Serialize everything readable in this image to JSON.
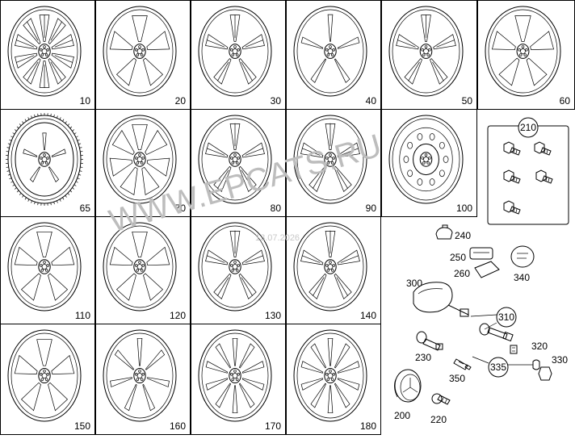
{
  "diagram": {
    "wheels": [
      {
        "label": "10",
        "spokes": 10,
        "style": "twin"
      },
      {
        "label": "20",
        "spokes": 5,
        "style": "wide"
      },
      {
        "label": "30",
        "spokes": 5,
        "style": "twin"
      },
      {
        "label": "40",
        "spokes": 5,
        "style": "thin"
      },
      {
        "label": "50",
        "spokes": 5,
        "style": "twin"
      },
      {
        "label": "60",
        "spokes": 5,
        "style": "wide"
      },
      {
        "label": "65",
        "spokes": 5,
        "style": "tire"
      },
      {
        "label": "70",
        "spokes": 7,
        "style": "wide"
      },
      {
        "label": "80",
        "spokes": 5,
        "style": "twin"
      },
      {
        "label": "90",
        "spokes": 5,
        "style": "twin"
      },
      {
        "label": "100",
        "spokes": 0,
        "style": "steel"
      },
      {
        "label": "110",
        "spokes": 5,
        "style": "wide"
      },
      {
        "label": "120",
        "spokes": 5,
        "style": "wide"
      },
      {
        "label": "130",
        "spokes": 5,
        "style": "twin"
      },
      {
        "label": "140",
        "spokes": 5,
        "style": "twin"
      },
      {
        "label": "150",
        "spokes": 5,
        "style": "wide"
      },
      {
        "label": "160",
        "spokes": 7,
        "style": "thin"
      },
      {
        "label": "170",
        "spokes": 10,
        "style": "thin"
      },
      {
        "label": "180",
        "spokes": 10,
        "style": "thin"
      }
    ],
    "bolt_box_label": "210",
    "parts": {
      "p200": "200",
      "p220": "220",
      "p230": "230",
      "p240": "240",
      "p250": "250",
      "p260": "260",
      "p300": "300",
      "p310": "310",
      "p320": "320",
      "p330": "330",
      "p335": "335",
      "p340": "340",
      "p350": "350"
    },
    "watermark": "WWW.EPCATS.RU",
    "watermark_date": "13.07.2026"
  }
}
